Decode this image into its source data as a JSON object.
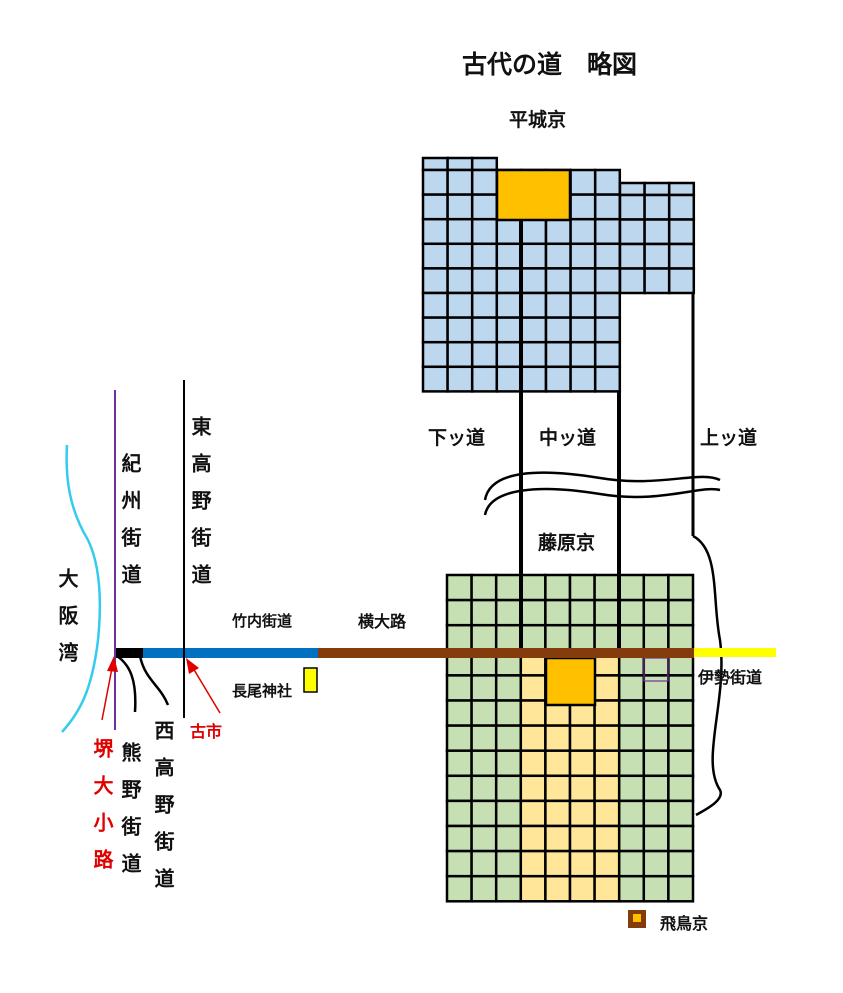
{
  "title": "古代の道　略図",
  "cities": {
    "heijo": "平城京",
    "fujiwara": "藤原京",
    "asuka": "飛鳥京"
  },
  "roads": {
    "shimotsumichi": "下ッ道",
    "nakatsumichi": "中ッ道",
    "kamitsumichi": "上ッ道",
    "yokooji": "横大路",
    "takenouchi": "竹内街道",
    "ise": "伊勢街道",
    "kishu": "紀州街道",
    "higashi_koya": "東高野街道",
    "kumano": "熊野街道",
    "nishi_koya": "西高野街道",
    "sakai_ojiro": "堺大小路"
  },
  "places": {
    "osaka_bay": "大阪湾",
    "nagao_shrine": "長尾神社",
    "furuichi": "古市"
  },
  "colors": {
    "heijo_fill": "#bdd7ee",
    "fujiwara_fill": "#c6e0b4",
    "fujiwara_center": "#ffe699",
    "palace": "#ffc000",
    "yokooji": "#843c0c",
    "takenouchi": "#0070c0",
    "ise": "#ffff00",
    "kishu": "#7030a0",
    "osaka_bay": "#33ccee",
    "annotation": "#ff0000"
  }
}
